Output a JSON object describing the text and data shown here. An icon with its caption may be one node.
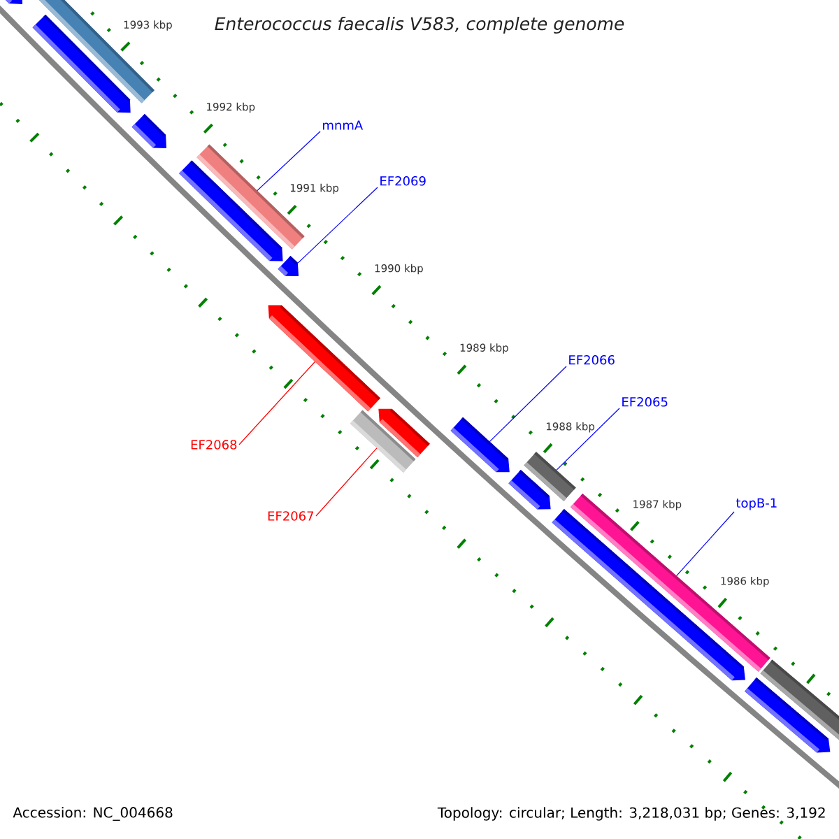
{
  "diagram": {
    "title": "Enterococcus faecalis V583, complete genome",
    "nodes": [
      {
        "text": [
          "mnmA"
        ]
      },
      {
        "text": [
          "EF2069"
        ]
      },
      {
        "text": [
          "EF2066"
        ]
      },
      {
        "text": [
          "EF2065"
        ]
      },
      {
        "text": [
          "topB-1"
        ]
      },
      {
        "text": [
          "EF2068"
        ]
      },
      {
        "text": [
          "EF2067"
        ]
      },
      {
        "text": [],
        "shape": "arrow"
      },
      {
        "text": [],
        "shape": "bar"
      },
      {
        "text": [],
        "shape": "arrow"
      },
      {
        "text": [],
        "shape": "arrow"
      },
      {
        "text": [],
        "shape": "bar"
      },
      {
        "text": [],
        "shape": "arrow"
      },
      {
        "text": [],
        "shape": "arrow"
      },
      {
        "text": [],
        "shape": "arrow"
      },
      {
        "text": [],
        "shape": "arrow"
      },
      {
        "text": [],
        "shape": "bar"
      },
      {
        "text": [],
        "shape": "arrow"
      },
      {
        "text": [],
        "shape": "arrow"
      },
      {
        "text": [],
        "shape": "bar"
      },
      {
        "text": [],
        "shape": "arrow"
      },
      {
        "text": [],
        "shape": "bar"
      },
      {
        "text": [],
        "shape": "arrow"
      },
      {
        "text": [],
        "shape": "bar"
      }
    ],
    "edges": [
      {
        "from": 0,
        "to": 11,
        "arrow": "none"
      },
      {
        "from": 1,
        "to": 13,
        "arrow": "none"
      },
      {
        "from": 2,
        "to": 17,
        "arrow": "none"
      },
      {
        "from": 3,
        "to": 19,
        "arrow": "none"
      },
      {
        "from": 4,
        "to": 21,
        "arrow": "none"
      },
      {
        "from": 5,
        "to": 14,
        "arrow": "none",
        "color": "#ff0000"
      },
      {
        "from": 6,
        "to": 16,
        "arrow": "none",
        "color": "#ff0000"
      }
    ],
    "labels": [
      "1993 kbp",
      "1992 kbp",
      "1991 kbp",
      "1990 kbp",
      "1989 kbp",
      "1988 kbp",
      "1987 kbp",
      "1986 kbp",
      "Accession: NC_004668",
      "Topology: circular; Length: 3,218,031 bp; Genes: 3,192"
    ]
  }
}
